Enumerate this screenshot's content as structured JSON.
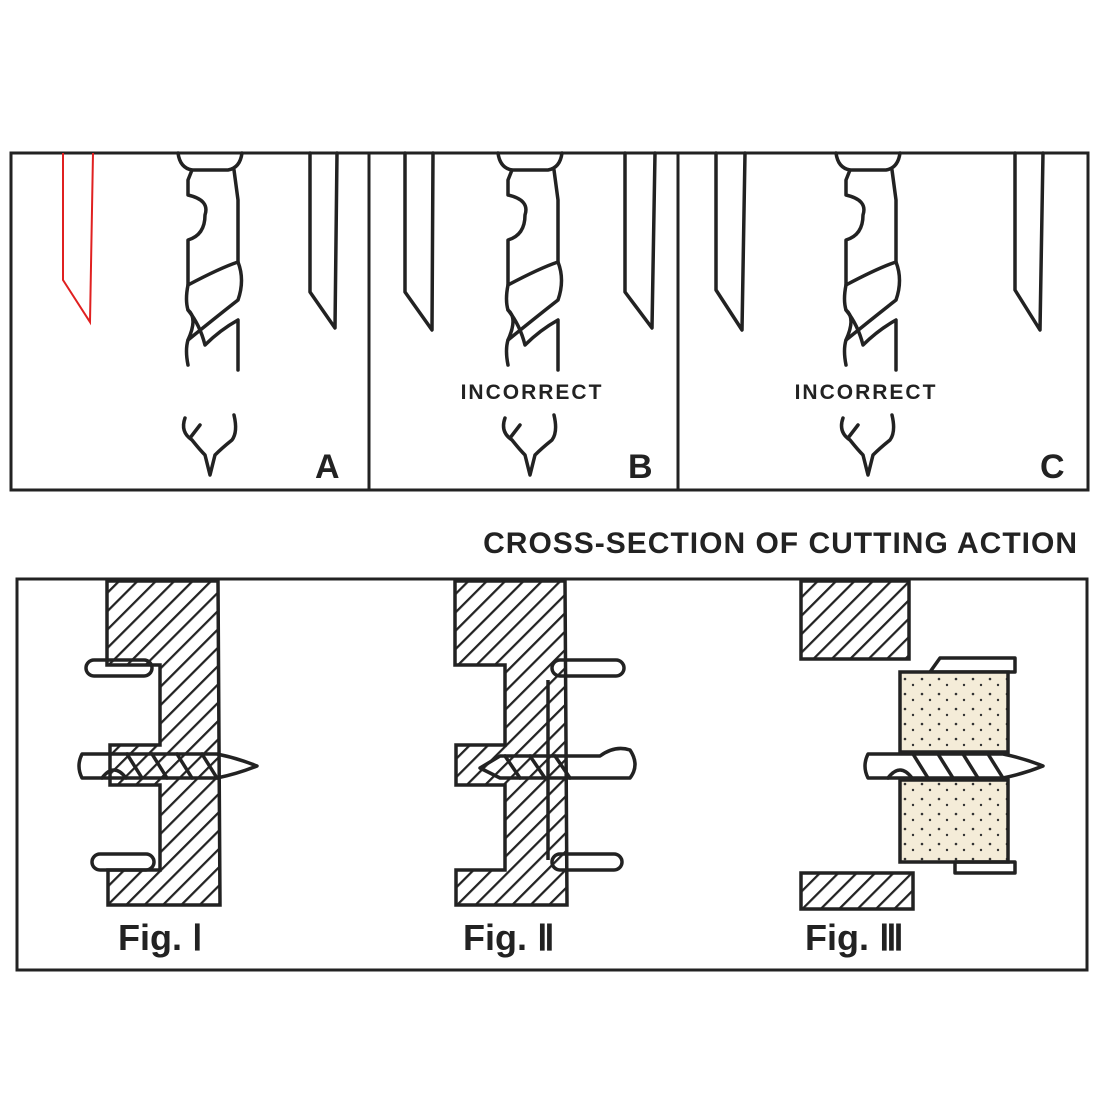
{
  "top_panels": [
    {
      "letter": "A",
      "caption": ""
    },
    {
      "letter": "B",
      "caption": "INCORRECT"
    },
    {
      "letter": "C",
      "caption": "INCORRECT"
    }
  ],
  "section_title": "CROSS-SECTION OF CUTTING ACTION",
  "figures": [
    {
      "label": "Fig. Ⅰ"
    },
    {
      "label": "Fig. Ⅱ"
    },
    {
      "label": "Fig. Ⅲ"
    }
  ],
  "colors": {
    "line": "#222222",
    "highlight": "#e02020",
    "dots": "#f4ecd8"
  }
}
